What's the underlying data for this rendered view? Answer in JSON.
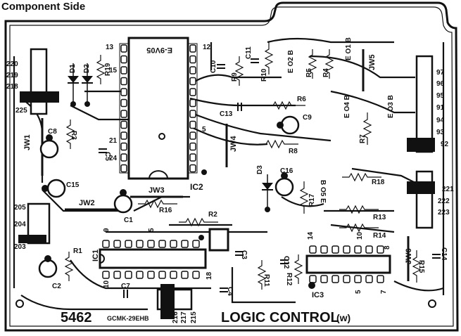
{
  "header": {
    "title": "Component Side"
  },
  "footer": {
    "board_number": "5462",
    "board_code": "GCMK-29EHB",
    "board_name": "LOGIC CONTROL",
    "board_suffix": "(w)"
  },
  "ic2": {
    "label": "IC2",
    "marking": "E-9V05"
  },
  "ic1": {
    "label": "IC1"
  },
  "ic3": {
    "label": "IC3"
  },
  "left_connector_top": {
    "pins": [
      "220",
      "219",
      "218",
      "225"
    ]
  },
  "left_connector_bottom": {
    "pins": [
      "205",
      "204",
      "203"
    ]
  },
  "right_connector_top": {
    "pins": [
      "97",
      "96",
      "95",
      "91",
      "94",
      "93",
      "92"
    ]
  },
  "right_connector_bottom": {
    "pins": [
      "221",
      "222",
      "223"
    ]
  },
  "bottom_connector": {
    "pins": [
      "216",
      "217",
      "215"
    ]
  },
  "ic2_pins": [
    "13",
    "15",
    "12",
    "21",
    "24",
    "5"
  ],
  "ic1_pins": [
    "9",
    "5",
    "10",
    "18"
  ],
  "ic3_pins": [
    "14",
    "10",
    "8",
    "5",
    "7"
  ],
  "labels": {
    "D1": "D1",
    "D2": "D2",
    "D3": "D3",
    "R1": "R1",
    "R2": "R2",
    "R3": "R3",
    "R4": "R4",
    "R5": "R5",
    "R6": "R6",
    "R7": "R7",
    "R8": "R8",
    "R9": "R9",
    "R10": "R10",
    "R11": "R11",
    "R12": "R12",
    "R13": "R13",
    "R14": "R14",
    "R15": "R15",
    "R16": "R16",
    "R17": "R17",
    "R18": "R18",
    "R19": "R19",
    "C1": "C1",
    "C2": "C2",
    "C3": "C3",
    "C4": "C4",
    "C5": "C5",
    "C7": "C7",
    "C8": "C8",
    "C9": "C9",
    "C10": "C10",
    "C11": "C11",
    "C12": "C12",
    "C13": "C13",
    "C14": "C14",
    "C15": "C15",
    "C16": "C16",
    "JW1": "JW1",
    "JW2": "JW2",
    "JW3": "JW3",
    "JW4": "JW4",
    "JW5": "JW5",
    "JW6": "JW6",
    "EO2B": "E O2 B",
    "EO1B": "E O1 B",
    "EO4B": "E O4 B",
    "EO3B": "E O3 B",
    "BO5E": "B O5 E"
  }
}
